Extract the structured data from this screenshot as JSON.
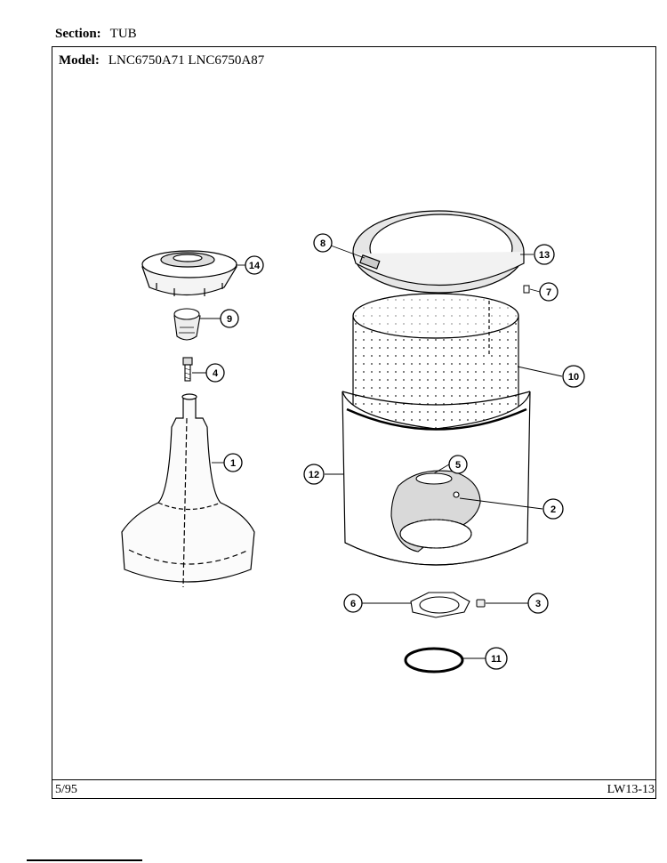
{
  "header": {
    "section_label": "Section:",
    "section_value": "TUB",
    "model_label": "Model:",
    "model_value": "LNC6750A71  LNC6750A87"
  },
  "footer": {
    "date": "5/95",
    "page_ref": "LW13-13"
  },
  "callouts": {
    "c1": "1",
    "c2": "2",
    "c3": "3",
    "c4": "4",
    "c5": "5",
    "c6": "6",
    "c7": "7",
    "c8": "8",
    "c9": "9",
    "c10": "10",
    "c11": "11",
    "c12": "12",
    "c13": "13",
    "c14": "14"
  }
}
